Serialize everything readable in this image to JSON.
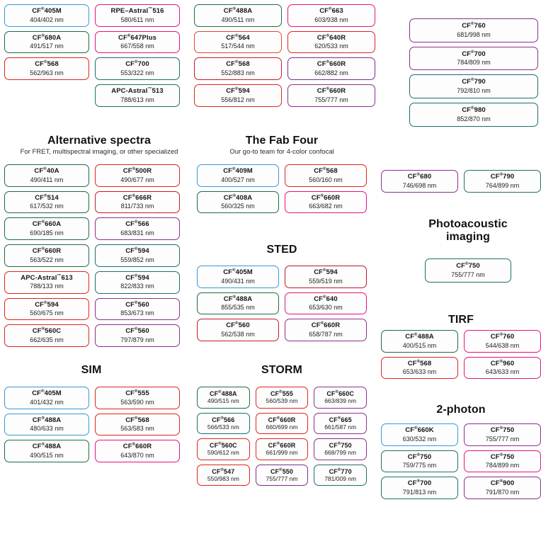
{
  "meta": {
    "registered_mark": "®",
    "tm_mark": "™",
    "nm_suffix": "nm"
  },
  "palette": {
    "blue": "#3d97d3",
    "green": "#1f6b45",
    "teal": "#1c6f6b",
    "red": "#e0241d",
    "orange_red": "#e8442c",
    "crimson": "#c8182c",
    "magenta": "#e8117f",
    "pink": "#e8117f",
    "purple": "#8b2f8f",
    "violet": "#7b2d8e",
    "dark_red": "#b51a28"
  },
  "sections": {
    "top_left": {
      "name": "top-left-group",
      "columns": 2,
      "cards": [
        {
          "name": "CF",
          "sup": "®",
          "number": "405M",
          "spec": "404/402 nm",
          "color": "#3d97d3"
        },
        {
          "name": "RPE–Astral",
          "sup": "™",
          "number": "516",
          "spec": "580/611 nm",
          "color": "#e8117f"
        },
        {
          "name": "CF",
          "sup": "®",
          "number": "680A",
          "spec": "491/517 nm",
          "color": "#1f6b45"
        },
        {
          "name": "CF",
          "sup": "®",
          "number": "647Plus",
          "spec": "667/558 nm",
          "color": "#e8117f"
        },
        {
          "name": "CF",
          "sup": "®",
          "number": "568",
          "spec": "562/963 nm",
          "color": "#e0241d"
        },
        {
          "name": "CF",
          "sup": "®",
          "number": "700",
          "spec": "553/322 nm",
          "color": "#1c6f6b"
        },
        {
          "name": "",
          "sup": "",
          "number": "",
          "spec": "",
          "color": "transparent",
          "empty": true
        },
        {
          "name": "APC-Astral",
          "sup": "™",
          "number": "513",
          "spec": "788/613 nm",
          "color": "#1c6f6b"
        }
      ]
    },
    "top_mid": {
      "name": "top-middle-group",
      "columns": 2,
      "cards": [
        {
          "name": "CF",
          "sup": "®",
          "number": "488A",
          "spec": "490/511 nm",
          "color": "#1f6b45"
        },
        {
          "name": "CF",
          "sup": "®",
          "number": "663",
          "spec": "603/938 nm",
          "color": "#e8117f"
        },
        {
          "name": "CF",
          "sup": "®",
          "number": "564",
          "spec": "517/544 nm",
          "color": "#e8442c"
        },
        {
          "name": "CF",
          "sup": "®",
          "number": "640R",
          "spec": "620/533 nm",
          "color": "#e0241d"
        },
        {
          "name": "CF",
          "sup": "®",
          "number": "568",
          "spec": "552/883 nm",
          "color": "#c8182c"
        },
        {
          "name": "CF",
          "sup": "®",
          "number": "660R",
          "spec": "662/882 nm",
          "color": "#7b2d8e"
        },
        {
          "name": "CF",
          "sup": "®",
          "number": "594",
          "spec": "556/812 nm",
          "color": "#e0241d"
        },
        {
          "name": "CF",
          "sup": "®",
          "number": "660R",
          "spec": "755/777 nm",
          "color": "#8b2f8f"
        }
      ]
    },
    "top_right": {
      "name": "top-right-group",
      "columns": 1,
      "cards": [
        {
          "name": "CF",
          "sup": "®",
          "number": "760",
          "spec": "681/998 nm",
          "color": "#8b2f8f"
        },
        {
          "name": "CF",
          "sup": "®",
          "number": "700",
          "spec": "784/809 nm",
          "color": "#8b2f8f"
        },
        {
          "name": "CF",
          "sup": "®",
          "number": "790",
          "spec": "792/810 nm",
          "color": "#1c6f6b"
        },
        {
          "name": "CF",
          "sup": "®",
          "number": "980",
          "spec": "852/870 nm",
          "color": "#1c6f6b"
        }
      ]
    },
    "alternative": {
      "title": "Alternative spectra",
      "subtitle": "For FRET, multispectral imaging, or other specialized",
      "columns": 2,
      "cards": [
        {
          "name": "CF",
          "sup": "®",
          "number": "40A",
          "spec": "490/411 nm",
          "color": "#1f6b45"
        },
        {
          "name": "CF",
          "sup": "®",
          "number": "500R",
          "spec": "490/677 nm",
          "color": "#e0241d"
        },
        {
          "name": "CF",
          "sup": "®",
          "number": "514",
          "spec": "617/532 nm",
          "color": "#1f6b45"
        },
        {
          "name": "CF",
          "sup": "®",
          "number": "666R",
          "spec": "811/733 nm",
          "color": "#c8182c"
        },
        {
          "name": "CF",
          "sup": "®",
          "number": "660A",
          "spec": "690/185 nm",
          "color": "#1f6b45"
        },
        {
          "name": "CF",
          "sup": "®",
          "number": "566",
          "spec": "683/831 nm",
          "color": "#8b2f8f"
        },
        {
          "name": "CF",
          "sup": "®",
          "number": "660R",
          "spec": "563/522 nm",
          "color": "#1f6b45"
        },
        {
          "name": "CF",
          "sup": "®",
          "number": "594",
          "spec": "559/852 nm",
          "color": "#1c6f6b"
        },
        {
          "name": "APC-Astral",
          "sup": "™",
          "number": "613",
          "spec": "788/133 nm",
          "color": "#e0241d"
        },
        {
          "name": "CF",
          "sup": "®",
          "number": "594",
          "spec": "822/833 nm",
          "color": "#1c6f6b"
        },
        {
          "name": "CF",
          "sup": "®",
          "number": "594",
          "spec": "560/675 nm",
          "color": "#e0241d"
        },
        {
          "name": "CF",
          "sup": "®",
          "number": "560",
          "spec": "853/673 nm",
          "color": "#8b2f8f"
        },
        {
          "name": "CF",
          "sup": "®",
          "number": "560C",
          "spec": "662/635 nm",
          "color": "#e0241d"
        },
        {
          "name": "CF",
          "sup": "®",
          "number": "560",
          "spec": "797/879 nm",
          "color": "#8b2f8f"
        }
      ]
    },
    "fab_four": {
      "title": "The Fab Four",
      "subtitle": "Our go-to team for 4-color confocal",
      "columns": 2,
      "cards": [
        {
          "name": "CF",
          "sup": "®",
          "number": "409M",
          "spec": "400/527 nm",
          "color": "#3d97d3"
        },
        {
          "name": "CF",
          "sup": "®",
          "number": "568",
          "spec": "560/160 nm",
          "color": "#e0241d"
        },
        {
          "name": "CF",
          "sup": "®",
          "number": "408A",
          "spec": "560/325 nm",
          "color": "#1f6b45"
        },
        {
          "name": "CF",
          "sup": "®",
          "number": "660R",
          "spec": "663/682 nm",
          "color": "#e8117f"
        }
      ]
    },
    "right_pair": {
      "name": "right-pair-group",
      "columns": 2,
      "cards": [
        {
          "name": "CF",
          "sup": "®",
          "number": "680",
          "spec": "746/698 nm",
          "color": "#8b2f8f"
        },
        {
          "name": "CF",
          "sup": "®",
          "number": "790",
          "spec": "764/899 nm",
          "color": "#1c6f6b"
        }
      ]
    },
    "photoacoustic": {
      "title": "Photoacoustic imaging",
      "title_line1": "Photoacoustic",
      "title_line2": "imaging",
      "columns": 1,
      "cards": [
        {
          "name": "CF",
          "sup": "®",
          "number": "750",
          "spec": "755/777 nm",
          "color": "#1c6f6b"
        }
      ]
    },
    "sted": {
      "title": "STED",
      "columns": 2,
      "cards": [
        {
          "name": "CF",
          "sup": "®",
          "number": "405M",
          "spec": "490/431 nm",
          "color": "#3d97d3"
        },
        {
          "name": "CF",
          "sup": "®",
          "number": "594",
          "spec": "559/519 nm",
          "color": "#b51a28"
        },
        {
          "name": "CF",
          "sup": "®",
          "number": "488A",
          "spec": "855/535 nm",
          "color": "#1f6b45"
        },
        {
          "name": "CF",
          "sup": "®",
          "number": "640",
          "spec": "653/630 nm",
          "color": "#e8117f"
        },
        {
          "name": "CF",
          "sup": "®",
          "number": "560",
          "spec": "562/538 nm",
          "color": "#c8182c"
        },
        {
          "name": "CF",
          "sup": "®",
          "number": "660R",
          "spec": "658/787 nm",
          "color": "#8b2f8f"
        }
      ]
    },
    "tirf": {
      "title": "TIRF",
      "columns": 2,
      "cards": [
        {
          "name": "CF",
          "sup": "®",
          "number": "488A",
          "spec": "400/515 nm",
          "color": "#1f6b45"
        },
        {
          "name": "CF",
          "sup": "®",
          "number": "760",
          "spec": "544/638 nm",
          "color": "#e8117f"
        },
        {
          "name": "CF",
          "sup": "®",
          "number": "568",
          "spec": "653/633 nm",
          "color": "#e0241d"
        },
        {
          "name": "CF",
          "sup": "®",
          "number": "960",
          "spec": "643/633 nm",
          "color": "#e8117f"
        }
      ]
    },
    "sim": {
      "title": "SIM",
      "columns": 2,
      "cards": [
        {
          "name": "CF",
          "sup": "®",
          "number": "405M",
          "spec": "401/432 nm",
          "color": "#3d97d3"
        },
        {
          "name": "CF",
          "sup": "®",
          "number": "555",
          "spec": "563/590 nm",
          "color": "#e0241d"
        },
        {
          "name": "CF",
          "sup": "®",
          "number": "488A",
          "spec": "480/633 nm",
          "color": "#3d97d3"
        },
        {
          "name": "CF",
          "sup": "®",
          "number": "568",
          "spec": "563/583 nm",
          "color": "#e0241d"
        },
        {
          "name": "CF",
          "sup": "®",
          "number": "488A",
          "spec": "490/515 nm",
          "color": "#1f6b45"
        },
        {
          "name": "CF",
          "sup": "®",
          "number": "660R",
          "spec": "643/870 nm",
          "color": "#e8117f"
        }
      ]
    },
    "storm": {
      "title": "STORM",
      "columns": 3,
      "cards": [
        {
          "name": "CF",
          "sup": "®",
          "number": "488A",
          "spec": "490/515 nm",
          "color": "#1f6b45"
        },
        {
          "name": "CF",
          "sup": "®",
          "number": "555",
          "spec": "560/539 nm",
          "color": "#e0241d"
        },
        {
          "name": "CF",
          "sup": "®",
          "number": "660C",
          "spec": "663/839 nm",
          "color": "#8b2f8f"
        },
        {
          "name": "CF",
          "sup": "®",
          "number": "566",
          "spec": "566/533 nm",
          "color": "#1c6f6b"
        },
        {
          "name": "CF",
          "sup": "®",
          "number": "660R",
          "spec": "660/699 nm",
          "color": "#e0241d"
        },
        {
          "name": "CF",
          "sup": "®",
          "number": "665",
          "spec": "661/587 nm",
          "color": "#8b2f8f"
        },
        {
          "name": "CF",
          "sup": "®",
          "number": "560C",
          "spec": "590/612 nm",
          "color": "#e0241d"
        },
        {
          "name": "CF",
          "sup": "®",
          "number": "660R",
          "spec": "661/999 nm",
          "color": "#e0241d"
        },
        {
          "name": "CF",
          "sup": "®",
          "number": "750",
          "spec": "668/799 nm",
          "color": "#8b2f8f"
        },
        {
          "name": "CF",
          "sup": "®",
          "number": "547",
          "spec": "550/983 nm",
          "color": "#e0241d"
        },
        {
          "name": "CF",
          "sup": "®",
          "number": "550",
          "spec": "755/777 nm",
          "color": "#7b2d8e"
        },
        {
          "name": "CF",
          "sup": "®",
          "number": "770",
          "spec": "781/009 nm",
          "color": "#1c6f6b"
        }
      ]
    },
    "two_photon": {
      "title": "2-photon",
      "columns": 2,
      "cards": [
        {
          "name": "CF",
          "sup": "®",
          "number": "660K",
          "spec": "630/532 nm",
          "color": "#3d97d3"
        },
        {
          "name": "CF",
          "sup": "®",
          "number": "750",
          "spec": "755/777 nm",
          "color": "#8b2f8f"
        },
        {
          "name": "CF",
          "sup": "®",
          "number": "750",
          "spec": "759/775 nm",
          "color": "#1c6f6b"
        },
        {
          "name": "CF",
          "sup": "®",
          "number": "750",
          "spec": "784/899 nm",
          "color": "#e8117f"
        },
        {
          "name": "CF",
          "sup": "®",
          "number": "700",
          "spec": "791/813 nm",
          "color": "#1c6f6b"
        },
        {
          "name": "CF",
          "sup": "®",
          "number": "900",
          "spec": "791/870 nm",
          "color": "#8b2f8f"
        }
      ]
    }
  }
}
